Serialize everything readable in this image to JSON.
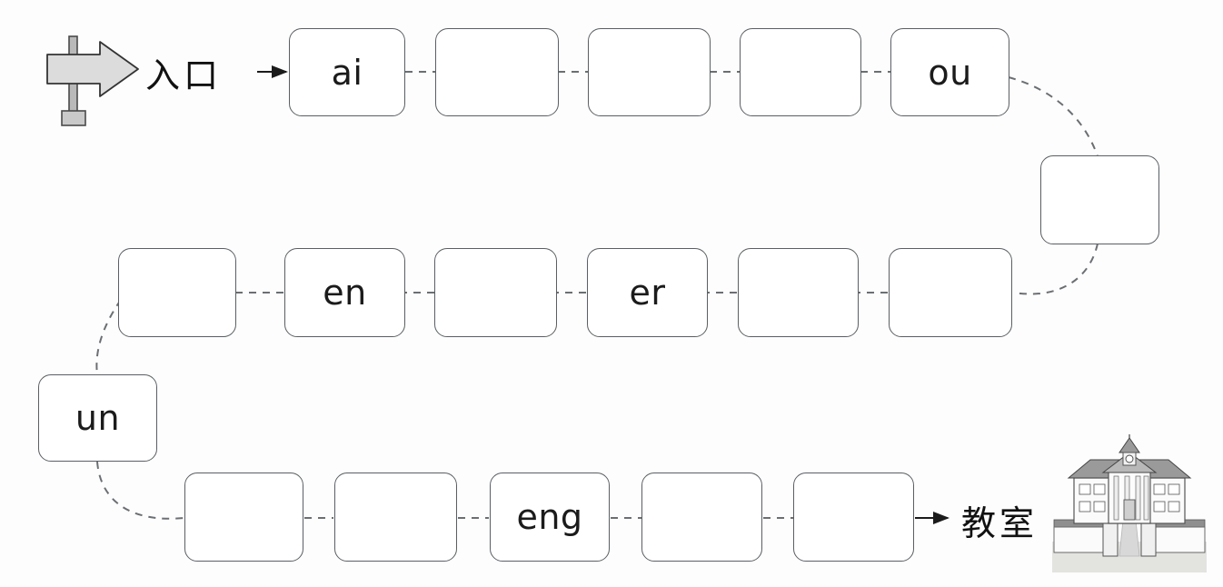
{
  "page": {
    "title": "Pinyin maze worksheet",
    "background": "#fdfdfd",
    "box_border_color": "#5a5f63",
    "connector_color": "#6b6f73",
    "text_color": "#1b1b1b"
  },
  "start": {
    "icon": "signpost-arrow-icon",
    "label": "入口",
    "arrow": "→"
  },
  "end": {
    "label": "教室",
    "arrow": "→",
    "icon": "school-building-icon"
  },
  "rows": [
    {
      "id": "row-1",
      "direction": "left-to-right",
      "cells": [
        {
          "id": "r1c1",
          "label": "ai",
          "filled": true
        },
        {
          "id": "r1c2",
          "label": "",
          "filled": false
        },
        {
          "id": "r1c3",
          "label": "",
          "filled": false
        },
        {
          "id": "r1c4",
          "label": "",
          "filled": false
        },
        {
          "id": "r1c5",
          "label": "ou",
          "filled": true
        }
      ]
    },
    {
      "id": "row-2",
      "direction": "right-to-left",
      "cells": [
        {
          "id": "r2c1",
          "label": "",
          "filled": false
        },
        {
          "id": "r2c2",
          "label": "en",
          "filled": true
        },
        {
          "id": "r2c3",
          "label": "",
          "filled": false
        },
        {
          "id": "r2c4",
          "label": "er",
          "filled": true
        },
        {
          "id": "r2c5",
          "label": "",
          "filled": false
        },
        {
          "id": "r2c6",
          "label": "",
          "filled": false
        }
      ]
    },
    {
      "id": "row-3",
      "direction": "left-to-right",
      "cells": [
        {
          "id": "r3c1",
          "label": "",
          "filled": false
        },
        {
          "id": "r3c2",
          "label": "",
          "filled": false
        },
        {
          "id": "r3c3",
          "label": "eng",
          "filled": true
        },
        {
          "id": "r3c4",
          "label": "",
          "filled": false
        },
        {
          "id": "r3c5",
          "label": "",
          "filled": false
        }
      ]
    }
  ],
  "turns": [
    {
      "id": "turn-right",
      "label": "",
      "filled": false,
      "position": "right"
    },
    {
      "id": "turn-left",
      "label": "un",
      "filled": true,
      "position": "left"
    }
  ]
}
